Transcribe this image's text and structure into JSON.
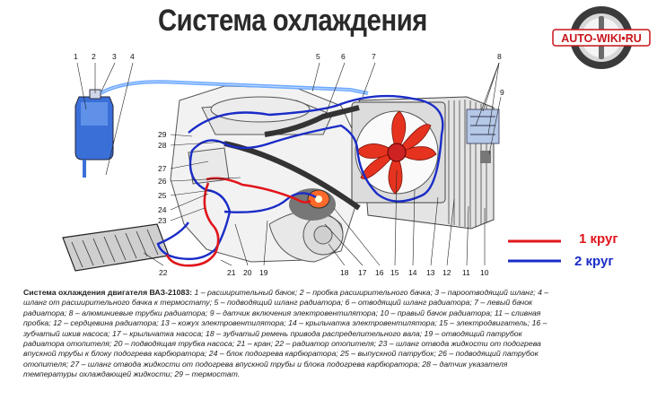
{
  "title": "Система охлаждения",
  "logo": {
    "text": "AUTO-WIKI•RU"
  },
  "legend": [
    {
      "label": "1 круг",
      "color": "#e0151b"
    },
    {
      "label": "2 круг",
      "color": "#1a2cc7"
    }
  ],
  "callouts": [
    "1",
    "2",
    "3",
    "4",
    "5",
    "6",
    "7",
    "8",
    "9",
    "10",
    "11",
    "12",
    "13",
    "14",
    "15",
    "16",
    "17",
    "18",
    "19",
    "20",
    "21",
    "22",
    "23",
    "24",
    "25",
    "26",
    "27",
    "28",
    "29"
  ],
  "caption": {
    "lead": "Система охлаждения двигателя ВАЗ-21083:",
    "body": " 1 – расширительный бачок; 2 – пробка расширительного бачка; 3 – пароотводящий шланг; 4 – шланг от расширительного бачка к термостату; 5 – подводящий шланг радиатора; 6 – отводящий шланг радиатора; 7 – левый бачок радиатора; 8 – алюминиевые трубки радиатора; 9 – датчик включения электровентилятора; 10 – правый бачок радиатора; 11 – сливная пробка; 12 – сердцевина радиатора; 13 – кожух электровентилятора; 14 – крыльчатка электровентилятора; 15 – электродвигатель; 16 – зубчатый шкив насоса; 17 – крыльчатка насоса; 18 – зубчатый ремень привода распределительного вала; 19 – отводящий патрубок радиатора отопителя; 20 – подводящая трубка насоса; 21 – кран; 22 – радиатор отопителя; 23 – шланг отвода жидкости от подогрева впускной трубы к блоку подогрева карбюратора; 24 – блок подогрева карбюратора; 25 – выпускной патрубок; 26 – подводящий патрубок отопителя; 27 – шланг отвода жидкости от подогрева впускной трубы и блока подогрева карбюратора; 28 – датчик указателя температуры охлаждающей жидкости; 29 – термостат."
  }
}
